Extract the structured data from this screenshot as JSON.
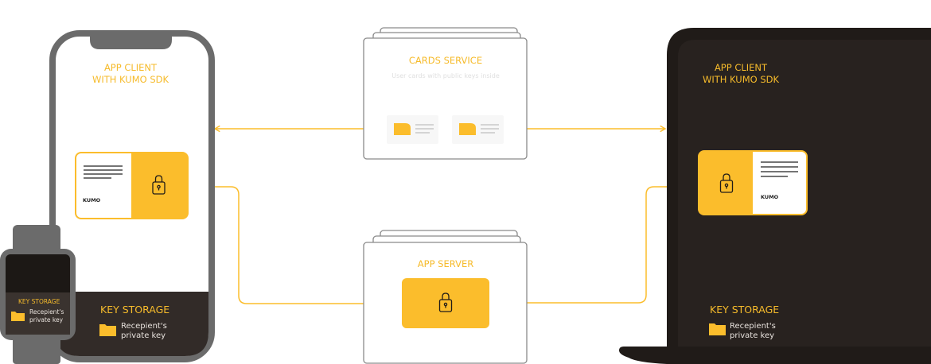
{
  "colors": {
    "accent": "#fbbd2c",
    "device_dark": "#201b18",
    "device_gray": "#6b6b6b",
    "box_stroke": "#8a8a8a",
    "connector": "#fbbd2c"
  },
  "phone": {
    "title_line1": "APP CLIENT",
    "title_line2": "WITH KUMO SDK",
    "card_logo": "KUMO",
    "key_storage_title": "KEY STORAGE",
    "key_line1": "Recepient's",
    "key_line2": "private key"
  },
  "watch": {
    "key_storage_title": "KEY STORAGE",
    "key_line1": "Recepient's",
    "key_line2": "private key"
  },
  "laptop": {
    "title_line1": "APP CLIENT",
    "title_line2": "WITH KUMO SDK",
    "card_logo": "KUMO",
    "key_storage_title": "KEY STORAGE",
    "key_line1": "Recepient's",
    "key_line2": "private key"
  },
  "cards_service": {
    "title": "CARDS SERVICE",
    "subtitle": "User cards with public keys inside"
  },
  "app_server": {
    "title": "APP SERVER"
  }
}
